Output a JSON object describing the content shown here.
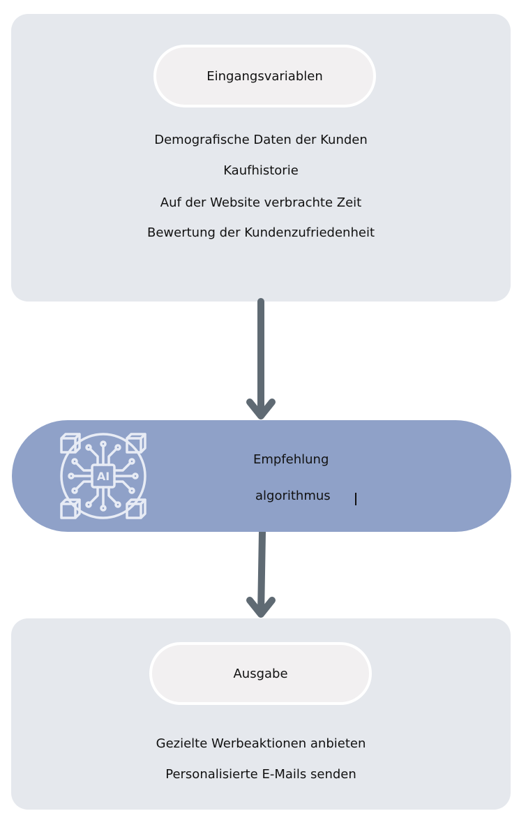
{
  "input_section": {
    "title": "Eingangsvariablen",
    "items": [
      "Demografische Daten der Kunden",
      "Kaufhistorie",
      "Auf der Website verbrachte Zeit",
      "Bewertung der Kundenzufriedenheit"
    ]
  },
  "algorithm": {
    "line1": "Empfehlung",
    "line2": "algorithmus",
    "icon": "ai-chip-icon",
    "icon_label": "AI"
  },
  "output_section": {
    "title": "Ausgabe",
    "items": [
      "Gezielte Werbeaktionen anbieten",
      "Personalisierte E-Mails senden"
    ]
  },
  "colors": {
    "panel": "#e5e8ed",
    "pill": "#f2f0f1",
    "algorithm_band": "#8fa1c8",
    "arrow": "#5f6a73",
    "icon_stroke": "#e8ecf5"
  }
}
